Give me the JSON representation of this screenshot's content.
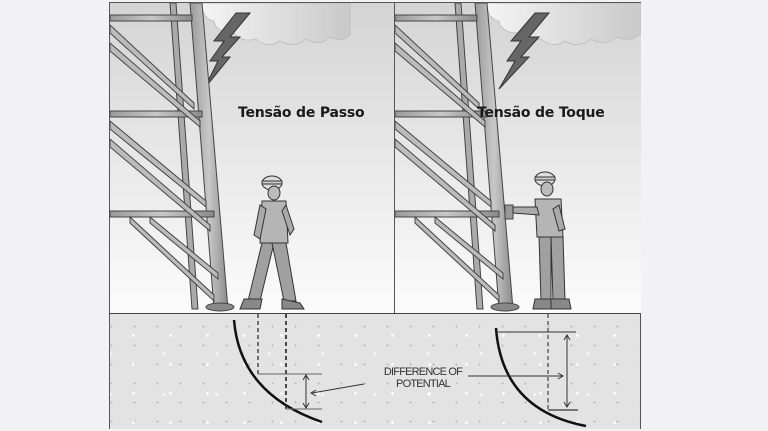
{
  "figure": {
    "panels": [
      {
        "id": "step",
        "title": "Tensão de Passo",
        "scene": "worker walking near transmission tower struck by lightning"
      },
      {
        "id": "touch",
        "title": "Tensão de Toque",
        "scene": "worker touching transmission tower struck by lightning"
      }
    ],
    "ground": {
      "annotation": {
        "line1": "DIFFERENCE OF",
        "line2": "POTENTIAL"
      }
    },
    "colors": {
      "background": "#f2f2f4",
      "border": "#555555",
      "ink": "#1a1a1a",
      "ground": "#e3e3e3"
    }
  }
}
